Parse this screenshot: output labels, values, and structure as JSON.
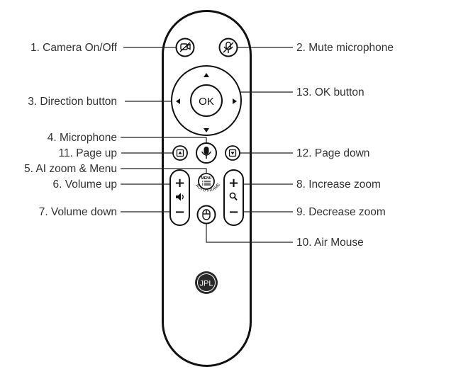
{
  "diagram": {
    "labels": {
      "camera": "1. Camera On/Off",
      "mute": "2. Mute microphone",
      "direction": "3. Direction button",
      "microphone": "4. Microphone",
      "ai_zoom": "5. AI zoom & Menu",
      "volume_up": "6. Volume up",
      "volume_down": "7. Volume down",
      "increase_zoom": "8. Increase zoom",
      "decrease_zoom": "9. Decrease zoom",
      "air_mouse": "10. Air Mouse",
      "page_up": "11. Page up",
      "page_down": "12. Page down",
      "ok": "13. OK button"
    },
    "remote": {
      "ok_text": "OK",
      "menu_text": "MENU",
      "auto_frame_text": "AUTO FRAME",
      "logo_text": "JPL",
      "plus_symbol": "+",
      "minus_symbol": "−"
    },
    "colors": {
      "outline": "#111111",
      "leader": "#222222",
      "text": "#333333",
      "logo_fill": "#2a2a2a"
    }
  }
}
